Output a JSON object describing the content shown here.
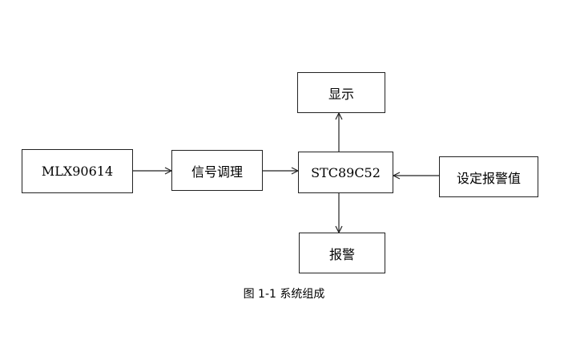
{
  "nodes": {
    "sensor": "MLX90614",
    "signal": "信号调理",
    "mcu": "STC89C52",
    "display": "显示",
    "alarm": "报警",
    "setting": "设定报警值"
  },
  "edges": [
    {
      "from": "sensor",
      "to": "signal"
    },
    {
      "from": "signal",
      "to": "mcu"
    },
    {
      "from": "setting",
      "to": "mcu"
    },
    {
      "from": "mcu",
      "to": "display"
    },
    {
      "from": "mcu",
      "to": "alarm"
    }
  ],
  "caption": "图 1-1  系统组成",
  "colors": {
    "border": "#222222",
    "arrow": "#222222",
    "background": "#ffffff"
  }
}
